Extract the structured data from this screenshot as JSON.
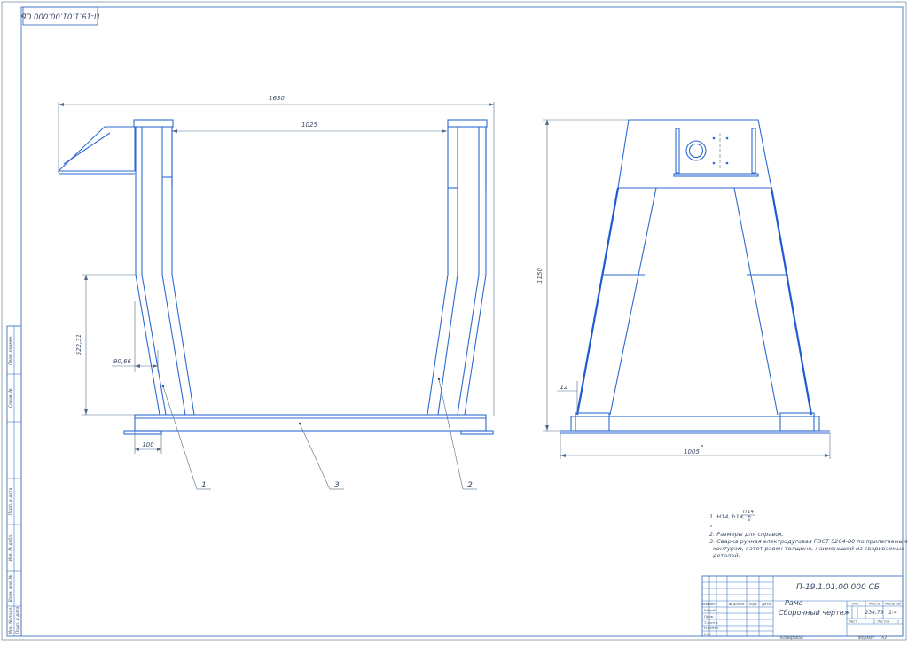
{
  "sheet": {
    "stamp_code_rotated": "П-19.1.01.00.000 СБ",
    "format_label": "Формат",
    "format_value": "А3",
    "copy_label": "Копировал"
  },
  "left_view": {
    "dimensions": {
      "overall_width": "1630",
      "inner_width": "1025",
      "height_left": "522,31",
      "offset": "90,66",
      "foot_width": "100"
    },
    "callouts": [
      "1",
      "3",
      "2"
    ]
  },
  "side_view": {
    "dimensions": {
      "height": "1150",
      "base_width": "1005",
      "small": "12"
    }
  },
  "notes": {
    "note1_prefix": "1. H14, h14, ±",
    "note1_fraction_top": "IT14",
    "note1_fraction_bottom": "2",
    "note2": "2. Размеры для справок.",
    "note3_line1": "3. Сварка ручная электродуговая ГОСТ 5264-80 по прилегаемым",
    "note3_line2": "контурам, катет равен толщине, наименьшей из свариваемых",
    "note3_line3": "деталей."
  },
  "title_block": {
    "designation": "П-19.1.01.00.000 СБ",
    "name_line1": "Рама",
    "name_line2": "Сборочный чертеж",
    "col_headers": [
      "Изм",
      "Лист",
      "№ докум.",
      "Подп.",
      "Дата"
    ],
    "row_labels": [
      "Разраб.",
      "Пров.",
      "Т.контр.",
      "",
      "Н.контр.",
      "Утв."
    ],
    "lit_label": "Лит.",
    "mass_label": "Масса",
    "scale_label": "Масштаб",
    "mass_value": "234,79",
    "scale_value": "1:4",
    "sheet_label": "Лист",
    "sheets_label": "Листов",
    "sheets_value": "1"
  },
  "side_strip": {
    "labels": [
      "Перв. примен.",
      "Справ. №",
      "Подп. и дата",
      "Инв. № дубл.",
      "Взам. инв. №",
      "Подп. и дата",
      "Инв. № подл."
    ]
  }
}
